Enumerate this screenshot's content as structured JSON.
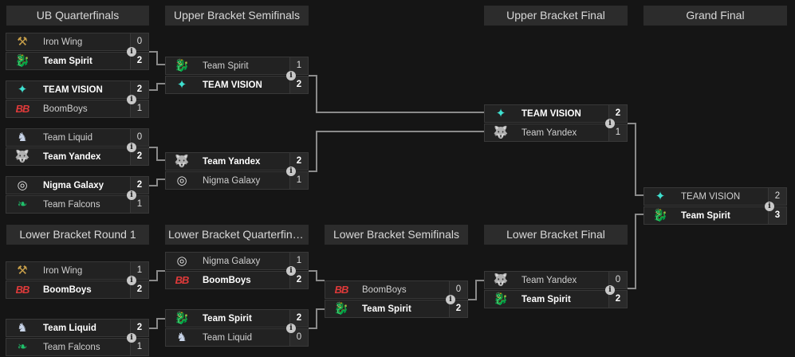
{
  "headers": {
    "ub_quarterfinals": "UB Quarterfinals",
    "ub_semifinals": "Upper Bracket Semifinals",
    "ub_final": "Upper Bracket Final",
    "grand_final": "Grand Final",
    "lb_round1": "Lower Bracket Round 1",
    "lb_quarterfinals": "Lower Bracket Quarterfinals",
    "lb_semifinals": "Lower Bracket Semifinals",
    "lb_final": "Lower Bracket Final"
  },
  "info_glyph": "i",
  "line_color": "#8a8a8a",
  "teams": {
    "iron_wing": {
      "name": "Iron Wing",
      "logo": "wing-logo-icon",
      "color": "#c9a04a"
    },
    "team_spirit": {
      "name": "Team Spirit",
      "logo": "dragon-logo-icon",
      "color": "#e0e0e0"
    },
    "team_vision": {
      "name": "TEAM VISION",
      "logo": "vision-star-logo-icon",
      "color": "#3fe0d0"
    },
    "boomboys": {
      "name": "BoomBoys",
      "logo": "boomboys-logo-icon",
      "color": "#e03a3a"
    },
    "team_liquid": {
      "name": "Team Liquid",
      "logo": "horse-logo-icon",
      "color": "#c8d4e8"
    },
    "team_yandex": {
      "name": "Team Yandex",
      "logo": "wolf-logo-icon",
      "color": "#d84040"
    },
    "nigma_galaxy": {
      "name": "Nigma Galaxy",
      "logo": "nigma-logo-icon",
      "color": "#e8e8e8"
    },
    "team_falcons": {
      "name": "Team Falcons",
      "logo": "falcon-logo-icon",
      "color": "#1fbf6a"
    }
  },
  "matches": {
    "ubqf1": [
      {
        "team": "Iron Wing",
        "score": "0",
        "winner": false
      },
      {
        "team": "Team Spirit",
        "score": "2",
        "winner": true
      }
    ],
    "ubqf2": [
      {
        "team": "TEAM VISION",
        "score": "2",
        "winner": true
      },
      {
        "team": "BoomBoys",
        "score": "1",
        "winner": false
      }
    ],
    "ubqf3": [
      {
        "team": "Team Liquid",
        "score": "0",
        "winner": false
      },
      {
        "team": "Team Yandex",
        "score": "2",
        "winner": true
      }
    ],
    "ubqf4": [
      {
        "team": "Nigma Galaxy",
        "score": "2",
        "winner": true
      },
      {
        "team": "Team Falcons",
        "score": "1",
        "winner": false
      }
    ],
    "ubsf1": [
      {
        "team": "Team Spirit",
        "score": "1",
        "winner": false
      },
      {
        "team": "TEAM VISION",
        "score": "2",
        "winner": true
      }
    ],
    "ubsf2": [
      {
        "team": "Team Yandex",
        "score": "2",
        "winner": true
      },
      {
        "team": "Nigma Galaxy",
        "score": "1",
        "winner": false
      }
    ],
    "ubf": [
      {
        "team": "TEAM VISION",
        "score": "2",
        "winner": true
      },
      {
        "team": "Team Yandex",
        "score": "1",
        "winner": false
      }
    ],
    "gf": [
      {
        "team": "TEAM VISION",
        "score": "2",
        "winner": false
      },
      {
        "team": "Team Spirit",
        "score": "3",
        "winner": true
      }
    ],
    "lbr1_1": [
      {
        "team": "Iron Wing",
        "score": "1",
        "winner": false
      },
      {
        "team": "BoomBoys",
        "score": "2",
        "winner": true
      }
    ],
    "lbr1_2": [
      {
        "team": "Team Liquid",
        "score": "2",
        "winner": true
      },
      {
        "team": "Team Falcons",
        "score": "1",
        "winner": false
      }
    ],
    "lbqf1": [
      {
        "team": "Nigma Galaxy",
        "score": "1",
        "winner": false
      },
      {
        "team": "BoomBoys",
        "score": "2",
        "winner": true
      }
    ],
    "lbqf2": [
      {
        "team": "Team Spirit",
        "score": "2",
        "winner": true
      },
      {
        "team": "Team Liquid",
        "score": "0",
        "winner": false
      }
    ],
    "lbsf": [
      {
        "team": "BoomBoys",
        "score": "0",
        "winner": false
      },
      {
        "team": "Team Spirit",
        "score": "2",
        "winner": true
      }
    ],
    "lbf": [
      {
        "team": "Team Yandex",
        "score": "0",
        "winner": false
      },
      {
        "team": "Team Spirit",
        "score": "2",
        "winner": true
      }
    ]
  }
}
